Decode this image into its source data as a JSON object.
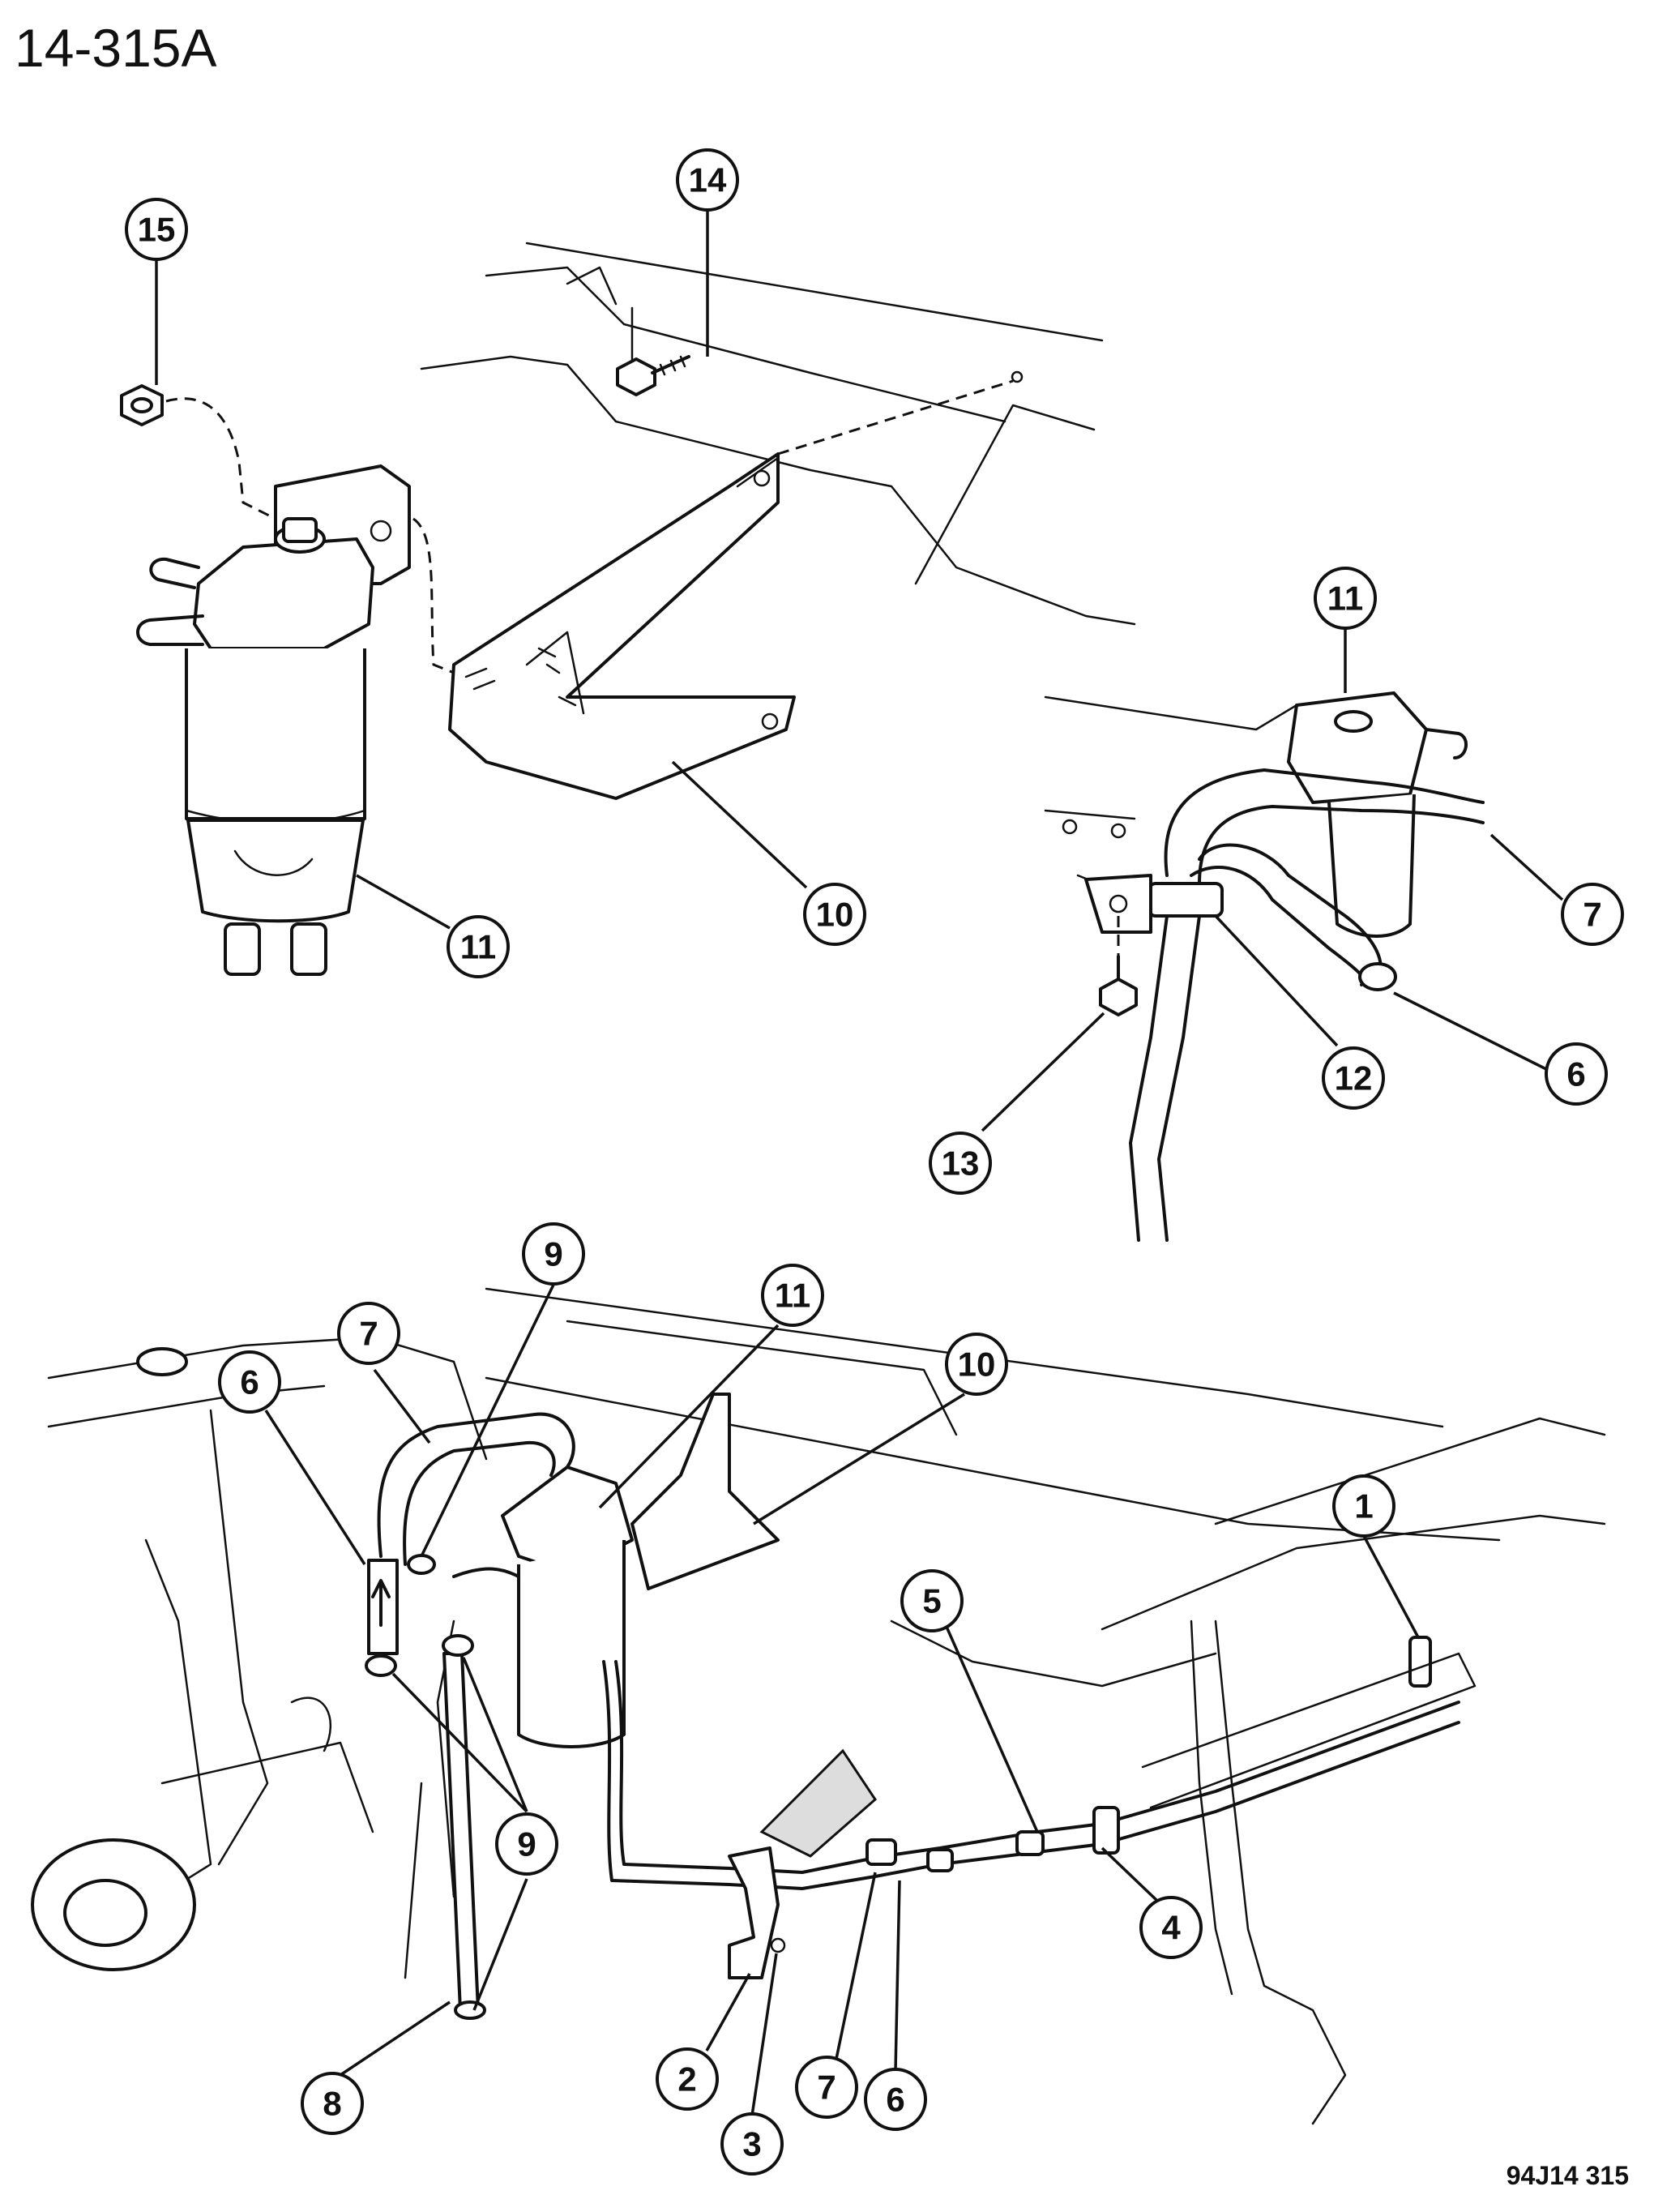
{
  "title": "14-315A",
  "code": "94J14 315",
  "callouts": [
    {
      "id": "c15",
      "label": "15"
    },
    {
      "id": "c14",
      "label": "14"
    },
    {
      "id": "c11a",
      "label": "11"
    },
    {
      "id": "c10a",
      "label": "10"
    },
    {
      "id": "c11b",
      "label": "11"
    },
    {
      "id": "c7a",
      "label": "7"
    },
    {
      "id": "c6a",
      "label": "6"
    },
    {
      "id": "c12",
      "label": "12"
    },
    {
      "id": "c13",
      "label": "13"
    },
    {
      "id": "c9a",
      "label": "9"
    },
    {
      "id": "c7b",
      "label": "7"
    },
    {
      "id": "c6b",
      "label": "6"
    },
    {
      "id": "c11c",
      "label": "11"
    },
    {
      "id": "c10b",
      "label": "10"
    },
    {
      "id": "c1",
      "label": "1"
    },
    {
      "id": "c9b",
      "label": "9"
    },
    {
      "id": "c5",
      "label": "5"
    },
    {
      "id": "c4",
      "label": "4"
    },
    {
      "id": "c8",
      "label": "8"
    },
    {
      "id": "c2",
      "label": "2"
    },
    {
      "id": "c7c",
      "label": "7"
    },
    {
      "id": "c6c",
      "label": "6"
    },
    {
      "id": "c3",
      "label": "3"
    }
  ]
}
